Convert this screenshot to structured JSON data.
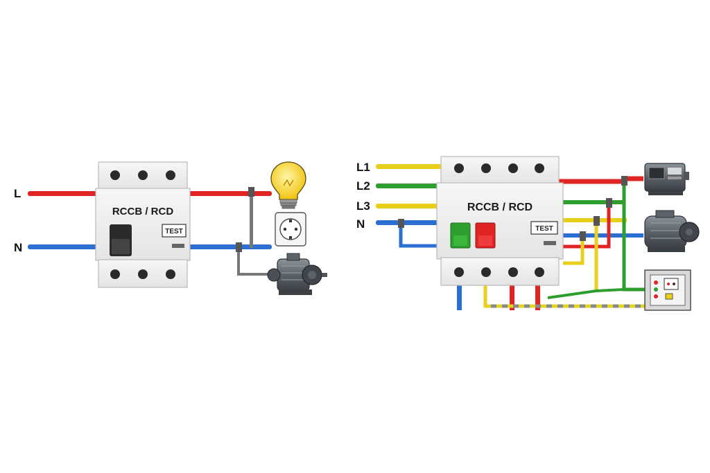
{
  "single_phase": {
    "line_labels": [
      "L",
      "N"
    ],
    "device_title": "RCCB / RCD",
    "test_label": "TEST",
    "loads": [
      "bulb-icon",
      "socket-icon",
      "motor-icon"
    ]
  },
  "three_phase": {
    "line_labels": [
      "L1",
      "L2",
      "L3",
      "N"
    ],
    "device_title": "RCCB / RCD",
    "test_label": "TEST",
    "loads": [
      "generator-icon",
      "motor-icon",
      "control-panel-icon"
    ]
  },
  "colors": {
    "line_red": "#e02424",
    "neutral_blue": "#2a6fd1",
    "phase_yellow": "#e8cf1c",
    "phase_green": "#2e9e2e",
    "earth_dash_yellow": "#e6d21e",
    "earth_dash_grey": "#8a8a8a",
    "device_body": "#eeeeee",
    "device_outline": "#b9b9b9"
  }
}
